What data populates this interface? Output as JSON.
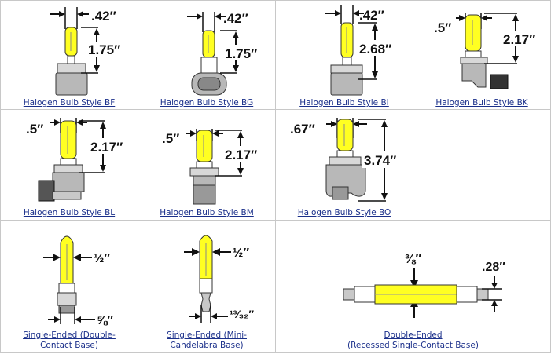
{
  "colors": {
    "bulb_yellow": "#ffff22",
    "base_gray": "#b4b4b4",
    "link": "#1a2f8a",
    "border": "#c8c8c8"
  },
  "cells": [
    {
      "id": "bf",
      "link": "Halogen Bulb Style BF",
      "dims": {
        "width": ".42″",
        "height": "1.75″"
      }
    },
    {
      "id": "bg",
      "link": "Halogen Bulb Style BG",
      "dims": {
        "width": ".42″",
        "height": "1.75″"
      }
    },
    {
      "id": "bi",
      "link": "Halogen Bulb Style BI",
      "dims": {
        "width": ".42″",
        "height": "2.68″"
      }
    },
    {
      "id": "bk",
      "link": "Halogen Bulb Style BK",
      "dims": {
        "width": ".5″",
        "height": "2.17″"
      }
    },
    {
      "id": "bl",
      "link": "Halogen Bulb Style BL",
      "dims": {
        "width": ".5″",
        "height": "2.17″"
      }
    },
    {
      "id": "bm",
      "link": "Halogen Bulb Style BM",
      "dims": {
        "width": ".5″",
        "height": "2.17″"
      }
    },
    {
      "id": "bo",
      "link": "Halogen Bulb Style BO",
      "dims": {
        "width": ".67″",
        "height": "3.74″"
      }
    },
    {
      "id": "se-double",
      "link_line1": "Single-Ended (Double-",
      "link_line2": "Contact Base)",
      "dims": {
        "width": "½″",
        "base": "⅝″"
      }
    },
    {
      "id": "se-mini",
      "link_line1": "Single-Ended (Mini-",
      "link_line2": "Candelabra Base)",
      "dims": {
        "width": "½″",
        "base": "¹³⁄₃₂″"
      }
    },
    {
      "id": "de",
      "link_line1": "Double-Ended",
      "link_line2": "(Recessed Single-Contact Base)",
      "dims": {
        "length": "⅜″",
        "diameter": ".28″"
      }
    }
  ]
}
